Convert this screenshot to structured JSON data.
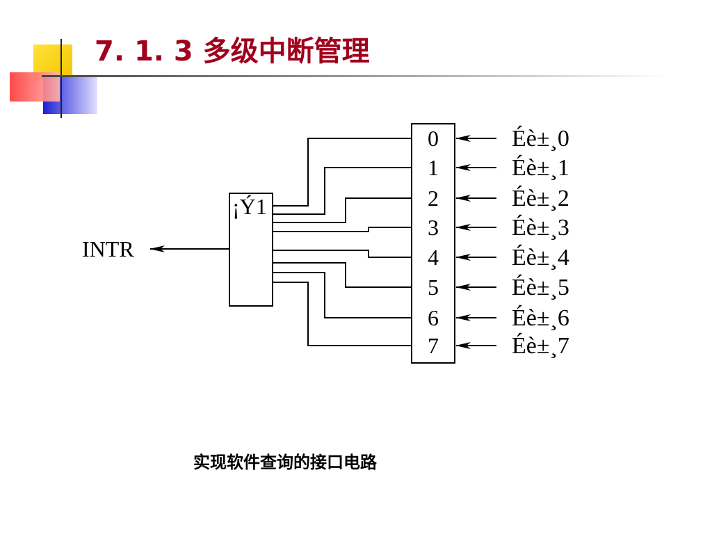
{
  "slide": {
    "title": "7. 1. 3 多级中断管理",
    "caption": "实现软件查询的接口电路"
  },
  "diagram": {
    "output_label": "INTR",
    "gate_label": "¡Ý1",
    "register_bits": [
      "0",
      "1",
      "2",
      "3",
      "4",
      "5",
      "6",
      "7"
    ],
    "device_labels": [
      "Éè±¸0",
      "Éè±¸1",
      "Éè±¸2",
      "Éè±¸3",
      "Éè±¸4",
      "Éè±¸5",
      "Éè±¸6",
      "Éè±¸7"
    ]
  },
  "colors": {
    "title": "#a0001c",
    "accent_yellow": "#ffd21e",
    "accent_red": "#ff4a4a",
    "accent_blue": "#2a2ad8"
  }
}
